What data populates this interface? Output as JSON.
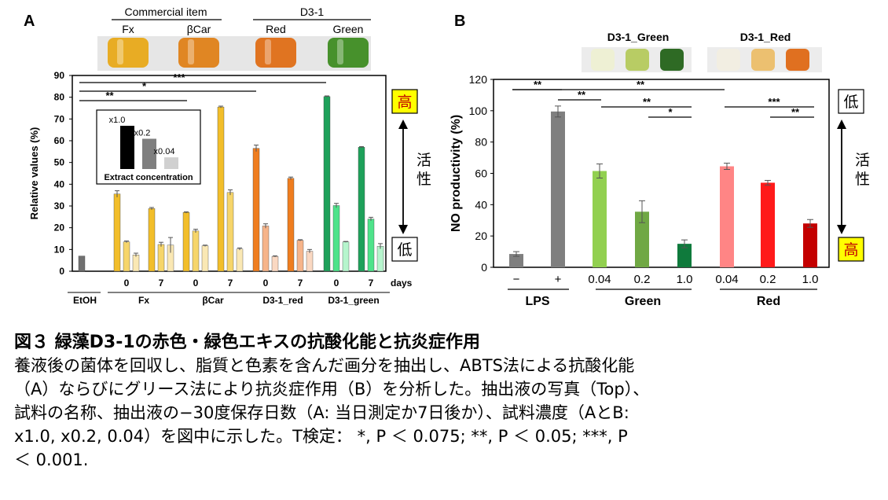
{
  "panel_a": {
    "label": "A",
    "photo_groups": [
      "Commercial item",
      "D3-1"
    ],
    "photo_labels": [
      "Fx",
      "βCar",
      "Red",
      "Green"
    ],
    "photo_colors": [
      "#e8a714",
      "#e07e12",
      "#e06a10",
      "#3a8a1c"
    ],
    "significance": [
      "***",
      "*",
      "**"
    ],
    "inset": {
      "labels": [
        "x1.0",
        "x0.2",
        "x0.04"
      ],
      "values": [
        1.0,
        0.7,
        0.27
      ],
      "colors": [
        "#000000",
        "#7f7f7f",
        "#d0d0d0"
      ],
      "title": "Extract concentration"
    },
    "arrow_top": "高",
    "arrow_bottom": "低",
    "arrow_text": "活性",
    "days_label": "days",
    "group_names": [
      "EtOH",
      "Fx",
      "βCar",
      "D3-1_red",
      "D3-1_green"
    ]
  },
  "panel_b": {
    "label": "B",
    "photo_titles": [
      "D3-1_Green",
      "D3-1_Red"
    ],
    "photo_colors_green": [
      "#eef0d4",
      "#b8cc64",
      "#2e6a24"
    ],
    "photo_colors_red": [
      "#f2eee2",
      "#ecc070",
      "#e07020"
    ],
    "significance": [
      "**",
      "**",
      "**",
      "**",
      "*",
      "***",
      "**"
    ],
    "arrow_top": "低",
    "arrow_bottom": "高",
    "arrow_text": "活性",
    "group_names": [
      "LPS",
      "Green",
      "Red"
    ]
  },
  "chart_data": [
    {
      "type": "bar",
      "ylabel": "Relative values (%)",
      "ylim": [
        0,
        90
      ],
      "yticks": [
        0,
        10,
        20,
        30,
        40,
        50,
        60,
        70,
        80,
        90
      ],
      "groups": [
        {
          "name": "EtOH",
          "days": [
            ""
          ],
          "bars": [
            [
              7.0
            ]
          ],
          "errors": [
            [
              0
            ]
          ]
        },
        {
          "name": "Fx",
          "days": [
            "0",
            "7"
          ],
          "bars": [
            [
              35.5,
              13.5,
              7.5
            ],
            [
              28.8,
              12.3,
              12.0
            ]
          ],
          "errors": [
            [
              1.5,
              0.4,
              0.8
            ],
            [
              0.5,
              1.0,
              3.5
            ]
          ]
        },
        {
          "name": "βCar",
          "days": [
            "0",
            "7"
          ],
          "bars": [
            [
              27.0,
              18.5,
              11.7
            ],
            [
              75.5,
              36.2,
              10.2
            ]
          ],
          "errors": [
            [
              0.3,
              0.8,
              0.3
            ],
            [
              0.4,
              1.2,
              0.5
            ]
          ]
        },
        {
          "name": "D3-1_red",
          "days": [
            "0",
            "7"
          ],
          "bars": [
            [
              56.5,
              20.8,
              6.8
            ],
            [
              42.7,
              14.2,
              9.2
            ]
          ],
          "errors": [
            [
              1.5,
              1.0,
              0.3
            ],
            [
              0.6,
              0.3,
              0.8
            ]
          ]
        },
        {
          "name": "D3-1_green",
          "days": [
            "0",
            "7"
          ],
          "bars": [
            [
              80.3,
              30.2,
              13.5
            ],
            [
              57.0,
              24.0,
              11.5
            ]
          ],
          "errors": [
            [
              0.3,
              1.0,
              0.2
            ],
            [
              0.3,
              0.8,
              1.2
            ]
          ]
        }
      ],
      "colors": {
        "EtOH": [
          "#707070"
        ],
        "Fx": [
          "#f2be2a",
          "#f6d56a",
          "#fae8b4"
        ],
        "βCar": [
          "#f2be2a",
          "#f6d56a",
          "#fae8b4"
        ],
        "D3-1_red": [
          "#ef7d1f",
          "#f6b48a",
          "#fad8c2"
        ],
        "D3-1_green": [
          "#1ea15a",
          "#4ee38a",
          "#b6f5cd"
        ]
      }
    },
    {
      "type": "bar",
      "ylabel": "NO productivity (%)",
      "ylim": [
        0,
        120
      ],
      "yticks": [
        0,
        20,
        40,
        60,
        80,
        100,
        120
      ],
      "categories": [
        "−",
        "+",
        "0.04",
        "0.2",
        "1.0",
        "0.04",
        "0.2",
        "1.0"
      ],
      "values": [
        8.5,
        99.5,
        61.5,
        35.5,
        15.0,
        64.5,
        54.0,
        28.0
      ],
      "errors": [
        1.5,
        3.5,
        4.5,
        7.0,
        2.5,
        2.0,
        1.5,
        2.5
      ],
      "colors": [
        "#7f7f7f",
        "#7f7f7f",
        "#92d050",
        "#70a844",
        "#0f7a3c",
        "#ff8585",
        "#ff1a1a",
        "#c40000"
      ]
    }
  ],
  "caption": {
    "title": "図３ 緑藻D3-1の赤色・緑色エキスの抗酸化能と抗炎症作用",
    "lines": [
      "養液後の菌体を回収し、脂質と色素を含んだ画分を抽出し、ABTS法による抗酸化能",
      "（A）ならびにグリース法により抗炎症作用（B）を分析した。抽出液の写真（Top）、",
      "試料の名称、抽出液の−30度保存日数（A: 当日測定か7日後か）、試料濃度（AとB:",
      "x1.0, x0.2, 0.04）を図中に示した。T検定： *, P ＜ 0.075; **, P ＜ 0.05; ***, P",
      "＜ 0.001."
    ]
  }
}
